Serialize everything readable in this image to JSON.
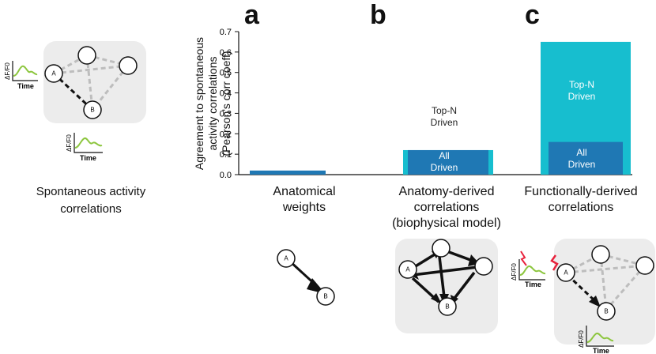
{
  "panel_letters": {
    "a": "a",
    "b": "b",
    "c": "c"
  },
  "left_caption": "Spontaneous activity\ncorrelations",
  "trace_labels": {
    "xlabel": "Time",
    "ylabel": "ΔF/F0"
  },
  "node_labels": {
    "a": "A",
    "b": "B"
  },
  "colors": {
    "all_driven": "#1f78b4",
    "top_n_driven": "#17becf",
    "trace": "#8dc63f",
    "stim": "#e8223c",
    "network_bg": "#ececec",
    "dashed_edge": "#bdbdbd"
  },
  "conditions": [
    {
      "label": "Anatomical\nweights"
    },
    {
      "label": "Anatomy-derived\ncorrelations\n(biophysical model)"
    },
    {
      "label": "Functionally-derived\ncorrelations"
    }
  ],
  "bar_texts": {
    "b_top": "Top-N\nDriven",
    "b_all": "All\nDriven",
    "c_top": "Top-N\nDriven",
    "c_all": "All\nDriven"
  },
  "chart_data": {
    "type": "bar",
    "ylabel": "Agreement to spontaneous\nactivity correlations\n(Pearson's corr coeff)",
    "xlabel": "",
    "ylim": [
      0,
      0.7
    ],
    "yticks": [
      "0.0",
      "0.1",
      "0.2",
      "0.3",
      "0.4",
      "0.5",
      "0.6",
      "0.7"
    ],
    "categories": [
      "Anatomical weights",
      "Anatomy-derived correlations (biophysical model)",
      "Functionally-derived correlations"
    ],
    "series": [
      {
        "name": "Top-N Driven",
        "values": [
          null,
          0.12,
          0.65
        ]
      },
      {
        "name": "All Driven",
        "values": [
          0.02,
          0.12,
          0.16
        ]
      }
    ],
    "grid": false,
    "legend": "none"
  }
}
